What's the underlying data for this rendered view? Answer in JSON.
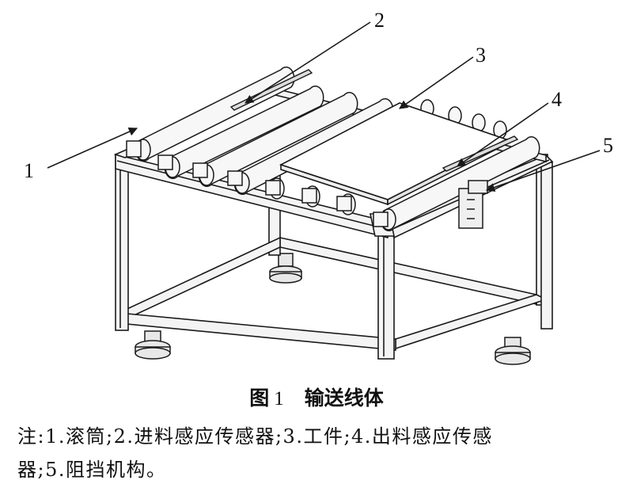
{
  "figure": {
    "callouts": [
      "1",
      "2",
      "3",
      "4",
      "5"
    ]
  },
  "caption": {
    "prefix": "图",
    "number": "1",
    "title": "输送线体"
  },
  "note": {
    "line1": "注:1.滚筒;2.进料感应传感器;3.工件;4.出料感应传感",
    "line2": "器;5.阻挡机构。"
  },
  "colors": {
    "line": "#1a1a1a",
    "frame_fill": "#f4f4f4",
    "roller_fill": "#f7f7f7",
    "workpiece_fill": "#ffffff"
  }
}
